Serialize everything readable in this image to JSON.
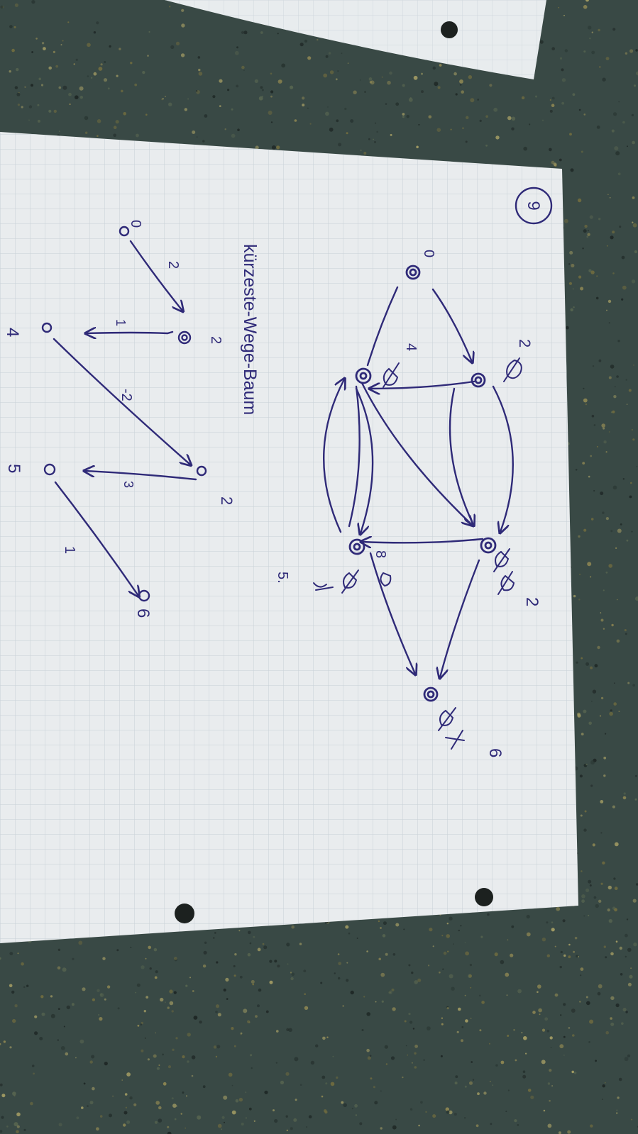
{
  "photo": {
    "subject": "graph-sheet",
    "colors": {
      "carpet": "#3a4a46",
      "paper": "#e9ecee",
      "grid": "#bcc7cf",
      "ink": "#2f2a78"
    }
  },
  "sheet": {
    "exercise_number": "9",
    "title": "kürzeste-Wege-Baum",
    "graph": {
      "node_labels": {
        "n0": "0",
        "n1": "2",
        "n2": "4",
        "n3": "8",
        "n4": "2",
        "n5": "6"
      },
      "stray_mark": "5."
    },
    "tree": {
      "node_labels": {
        "t0": "0",
        "t1": "2",
        "t2": "4",
        "t3": "2",
        "t4": "5",
        "t5": "6"
      },
      "edge_labels": {
        "e01": "2",
        "e12": "1",
        "e23": "-2",
        "e34": "3",
        "e45": "1"
      }
    }
  }
}
